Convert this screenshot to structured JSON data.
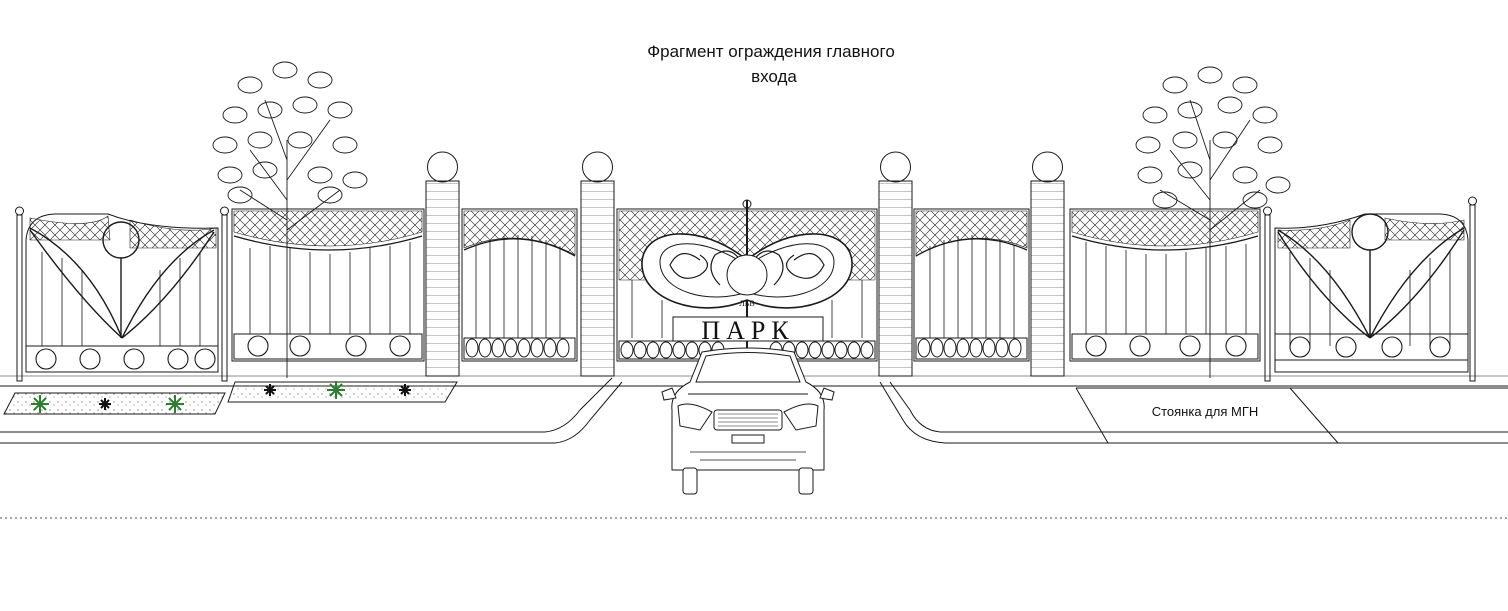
{
  "title": {
    "line1": "Фрагмент ограждения главного",
    "line2": "входа"
  },
  "gate_sign": "ПАРК",
  "gate_small_sign": "ЛЬВ",
  "parking_label": "Стоянка для МГН",
  "colors": {
    "line": "#1a1a1a",
    "background": "#ffffff",
    "plants": "#2e7d32"
  }
}
